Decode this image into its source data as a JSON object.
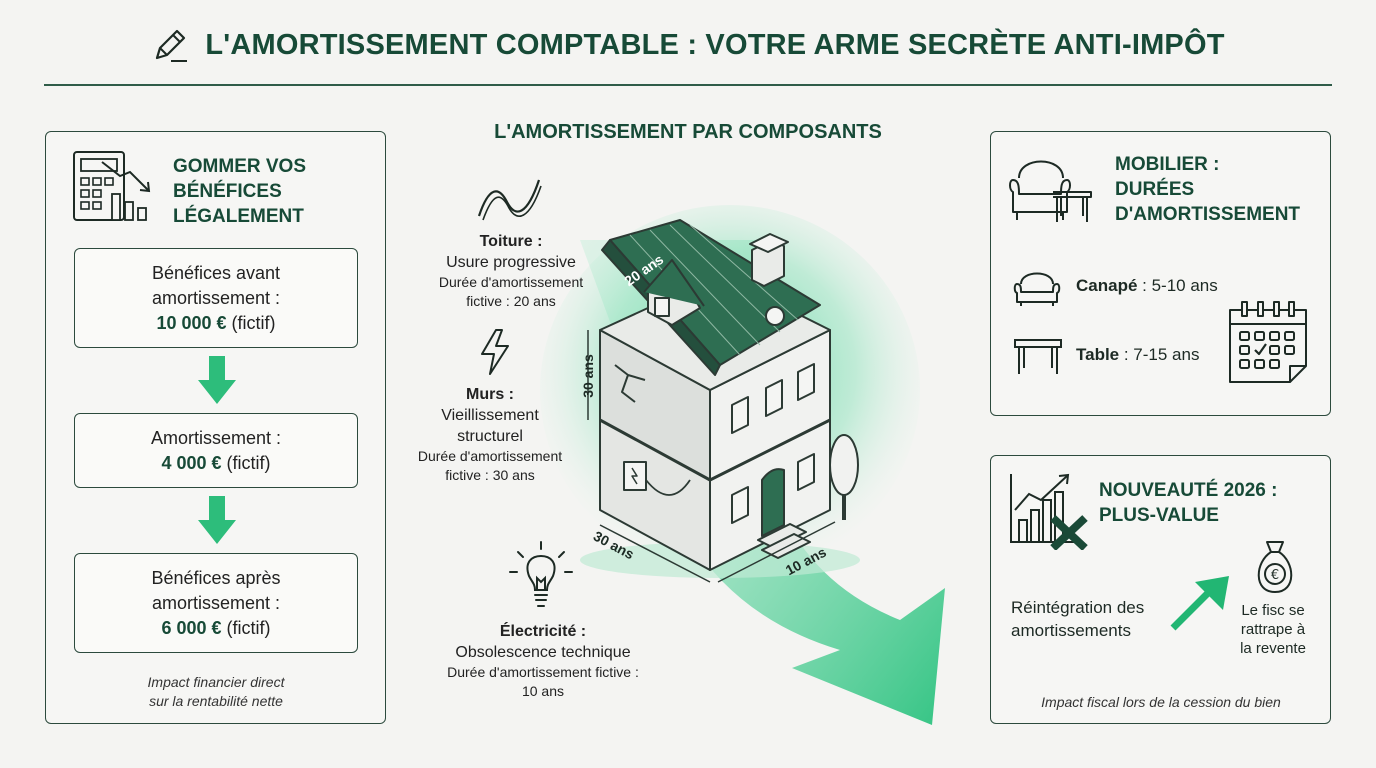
{
  "header": {
    "title": "L'AMORTISSEMENT COMPTABLE : VOTRE ARME SECRÈTE ANTI-IMPÔT",
    "icon": "pencil-icon"
  },
  "left_panel": {
    "heading_lines": [
      "GOMMER VOS",
      "BÉNÉFICES",
      "LÉGALEMENT"
    ],
    "icon": "calculator-chart-icon",
    "box1": {
      "lines": [
        "Bénéfices avant",
        "amortissement :"
      ],
      "value": "10 000 €",
      "suffix": " (fictif)"
    },
    "box2": {
      "lines": [
        "Amortissement :"
      ],
      "value": "4 000 €",
      "suffix": " (fictif)"
    },
    "box3": {
      "lines": [
        "Bénéfices après",
        "amortissement :"
      ],
      "value": "6 000 €",
      "suffix": " (fictif)"
    },
    "note_lines": [
      "Impact financier direct",
      "sur la rentabilité nette"
    ]
  },
  "center": {
    "heading": "L'AMORTISSEMENT PAR COMPOSANTS",
    "toiture": {
      "title": "Toiture :",
      "sub": "Usure progressive",
      "small_lines": [
        "Durée d'amortissement",
        "fictive : 20 ans"
      ]
    },
    "murs": {
      "title": "Murs :",
      "sub_lines": [
        "Vieillissement",
        "structurel"
      ],
      "small_lines": [
        "Durée d'amortissement",
        "fictive : 30 ans"
      ]
    },
    "electricite": {
      "title": "Électricité :",
      "sub": "Obsolescence technique",
      "small_lines": [
        "Durée d'amortissement fictive :",
        "10 ans"
      ]
    },
    "dims": {
      "roof": "20 ans",
      "wall_v": "30 ans",
      "wall_h": "30 ans",
      "side": "10 ans"
    },
    "accent": "#2ecc8a"
  },
  "mobilier": {
    "heading_lines": [
      "MOBILIER :",
      "DURÉES",
      "D'AMORTISSEMENT"
    ],
    "icon": "armchair-table-icon",
    "items": [
      {
        "name": "Canapé",
        "value": " : 5-10 ans",
        "icon": "sofa-icon"
      },
      {
        "name": "Table",
        "value": " : 7-15 ans",
        "icon": "table-icon"
      }
    ],
    "calendar_icon": "calendar-icon"
  },
  "nouveaute": {
    "heading_lines": [
      "NOUVEAUTÉ 2026 :",
      "PLUS-VALUE"
    ],
    "icon": "chart-cross-icon",
    "left_lines": [
      "Réintégration des",
      "amortissements"
    ],
    "right_lines": [
      "Le fisc se",
      "rattrape à",
      "la revente"
    ],
    "bag_icon": "money-bag-icon",
    "note": "Impact fiscal lors de la cession du bien"
  }
}
